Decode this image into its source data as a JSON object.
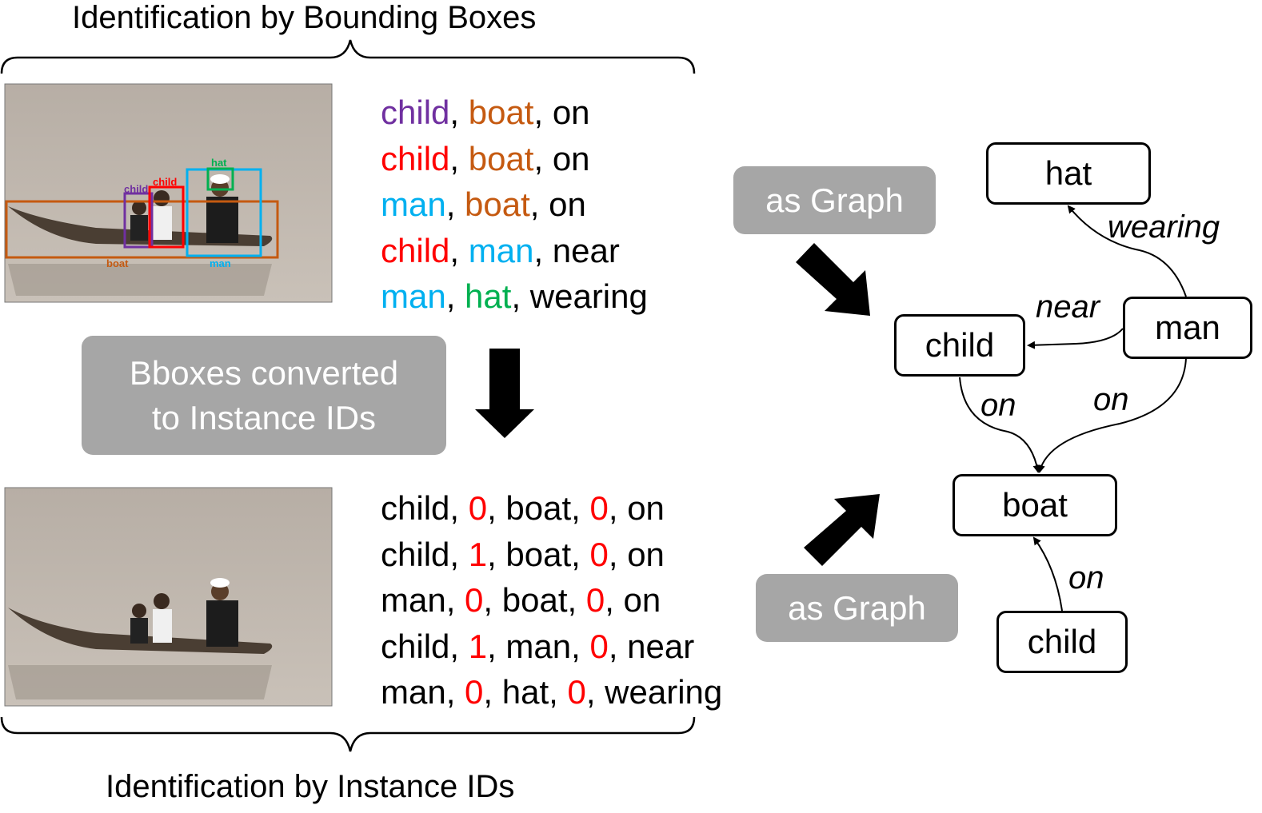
{
  "top_heading": "Identification by Bounding Boxes",
  "bottom_heading": "Identification by Instance IDs",
  "colors": {
    "child_purple": "#7030a0",
    "child_red": "#ff0000",
    "boat_orange": "#c55a11",
    "man_cyan": "#00b0f0",
    "hat_green": "#00b050",
    "id_red": "#ff0000",
    "pill_gray": "#a6a6a6"
  },
  "bbox_labels": {
    "child_a": "child",
    "child_b": "child",
    "hat": "hat",
    "boat": "boat",
    "man": "man"
  },
  "bbox_triples": [
    [
      {
        "t": "child",
        "c": "child_purple"
      },
      {
        "t": ", "
      },
      {
        "t": "boat",
        "c": "boat_orange"
      },
      {
        "t": ", on"
      }
    ],
    [
      {
        "t": "child",
        "c": "child_red"
      },
      {
        "t": ", "
      },
      {
        "t": "boat",
        "c": "boat_orange"
      },
      {
        "t": ", on"
      }
    ],
    [
      {
        "t": "man",
        "c": "man_cyan"
      },
      {
        "t": ", "
      },
      {
        "t": "boat",
        "c": "boat_orange"
      },
      {
        "t": ", on"
      }
    ],
    [
      {
        "t": "child",
        "c": "child_red"
      },
      {
        "t": ", "
      },
      {
        "t": "man",
        "c": "man_cyan"
      },
      {
        "t": ", near"
      }
    ],
    [
      {
        "t": "man",
        "c": "man_cyan"
      },
      {
        "t": ", "
      },
      {
        "t": "hat",
        "c": "hat_green"
      },
      {
        "t": ", wearing"
      }
    ]
  ],
  "id_triples": [
    [
      {
        "t": "child, "
      },
      {
        "t": "0",
        "c": "id_red"
      },
      {
        "t": ", boat, "
      },
      {
        "t": "0",
        "c": "id_red"
      },
      {
        "t": ", on"
      }
    ],
    [
      {
        "t": "child, "
      },
      {
        "t": "1",
        "c": "id_red"
      },
      {
        "t": ", boat, "
      },
      {
        "t": "0",
        "c": "id_red"
      },
      {
        "t": ", on"
      }
    ],
    [
      {
        "t": "man, "
      },
      {
        "t": "0",
        "c": "id_red"
      },
      {
        "t": ", boat, "
      },
      {
        "t": "0",
        "c": "id_red"
      },
      {
        "t": ", on"
      }
    ],
    [
      {
        "t": "child, "
      },
      {
        "t": "1",
        "c": "id_red"
      },
      {
        "t": ", man, "
      },
      {
        "t": "0",
        "c": "id_red"
      },
      {
        "t": ", near"
      }
    ],
    [
      {
        "t": "man, "
      },
      {
        "t": "0",
        "c": "id_red"
      },
      {
        "t": ", hat, "
      },
      {
        "t": "0",
        "c": "id_red"
      },
      {
        "t": ", wearing"
      }
    ]
  ],
  "convert_pill": {
    "line1": "Bboxes converted",
    "line2": "to Instance IDs"
  },
  "graph_pill_top": "as Graph",
  "graph_pill_bottom": "as Graph",
  "graph_top": {
    "nodes": {
      "hat": "hat",
      "child": "child",
      "man": "man",
      "boat": "boat"
    },
    "edges": {
      "wearing": "wearing",
      "near": "near",
      "child_on": "on",
      "man_on": "on"
    }
  },
  "graph_bottom": {
    "nodes": {
      "boat": "boat",
      "child": "child"
    },
    "edges": {
      "on": "on"
    }
  }
}
